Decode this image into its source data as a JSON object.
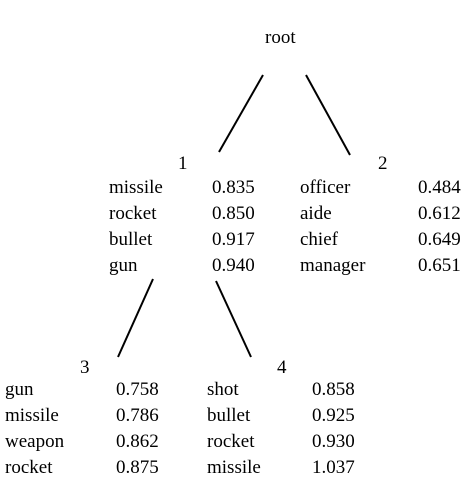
{
  "diagram": {
    "root_label": "root",
    "nodes": [
      {
        "id": "1",
        "label": "1",
        "entries": [
          {
            "word": "missile",
            "score": "0.835"
          },
          {
            "word": "rocket",
            "score": "0.850"
          },
          {
            "word": "bullet",
            "score": "0.917"
          },
          {
            "word": "gun",
            "score": "0.940"
          }
        ]
      },
      {
        "id": "2",
        "label": "2",
        "entries": [
          {
            "word": "officer",
            "score": "0.484"
          },
          {
            "word": "aide",
            "score": "0.612"
          },
          {
            "word": "chief",
            "score": "0.649"
          },
          {
            "word": "manager",
            "score": "0.651"
          }
        ]
      },
      {
        "id": "3",
        "label": "3",
        "entries": [
          {
            "word": "gun",
            "score": "0.758"
          },
          {
            "word": "missile",
            "score": "0.786"
          },
          {
            "word": "weapon",
            "score": "0.862"
          },
          {
            "word": "rocket",
            "score": "0.875"
          }
        ]
      },
      {
        "id": "4",
        "label": "4",
        "entries": [
          {
            "word": "shot",
            "score": "0.858"
          },
          {
            "word": "bullet",
            "score": "0.925"
          },
          {
            "word": "rocket",
            "score": "0.930"
          },
          {
            "word": "missile",
            "score": "1.037"
          }
        ]
      }
    ],
    "edges": [
      {
        "from": "root",
        "to": "1"
      },
      {
        "from": "root",
        "to": "2"
      },
      {
        "from": "1",
        "to": "3"
      },
      {
        "from": "1",
        "to": "4"
      }
    ]
  }
}
